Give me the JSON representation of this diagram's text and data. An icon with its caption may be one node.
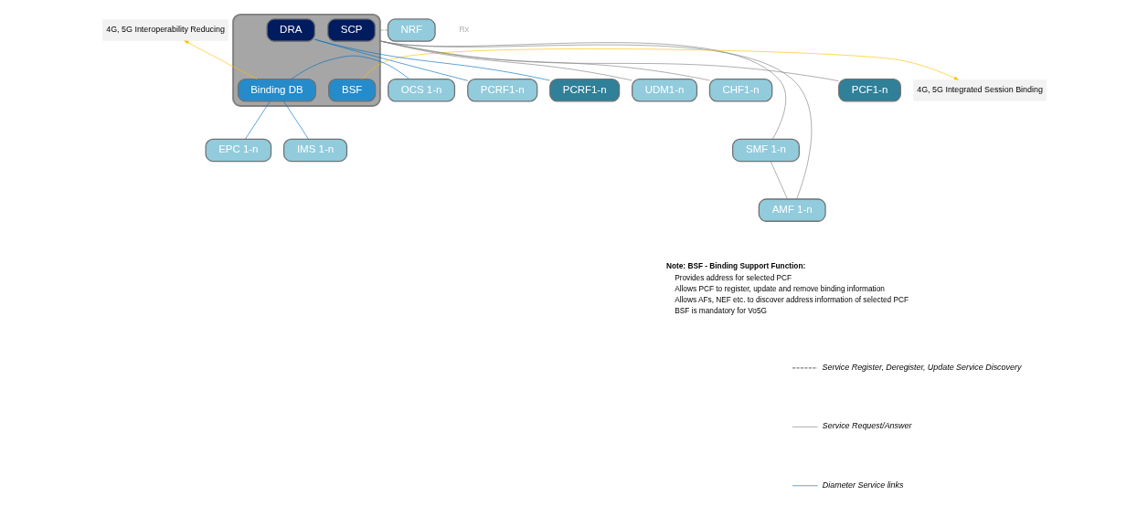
{
  "diagram": {
    "nodes": [
      {
        "text": [],
        "shape": "box"
      },
      {
        "text": [
          "SCP"
        ],
        "in": 0
      },
      {
        "text": [
          "DRA"
        ],
        "in": 0
      },
      {
        "text": [
          "BSF"
        ],
        "in": 0
      },
      {
        "text": [
          "Binding DB"
        ],
        "in": 0
      },
      {
        "text": [
          "PCF1-n"
        ]
      },
      {
        "text": [
          "UDM1-n"
        ]
      },
      {
        "text": [
          "CHF1-n"
        ]
      },
      {
        "text": [
          "PCRF1-n"
        ]
      },
      {
        "text": [
          "PCRF1-n"
        ]
      },
      {
        "text": [
          "NRF"
        ]
      },
      {
        "text": [
          "4G, 5G Interoperability Reducing"
        ]
      },
      {
        "text": [
          "OCS 1-n"
        ]
      },
      {
        "text": [
          "4G, 5G Integrated Session Binding"
        ]
      },
      {
        "text": [
          "SMF 1-n"
        ]
      },
      {
        "text": [
          "AMF 1-n"
        ]
      },
      {
        "text": [
          "EPC 1-n"
        ]
      },
      {
        "text": [
          "IMS 1-n"
        ]
      }
    ],
    "edges": [
      {
        "from": 5,
        "to": 0,
        "arrow": "none"
      },
      {
        "from": 6,
        "to": 0,
        "arrow": "none"
      },
      {
        "from": 7,
        "to": 0,
        "arrow": "none"
      },
      {
        "from": 8,
        "to": 2,
        "arrow": "none",
        "color": "#0070c0"
      },
      {
        "from": 2,
        "to": 9,
        "arrow": "none",
        "color": "#0070c0"
      },
      {
        "from": 10,
        "to": 0,
        "arrow": "none",
        "style": "dashed"
      },
      {
        "from": 4,
        "to": 11,
        "arrow": "to",
        "color": "#ffc000"
      },
      {
        "from": 4,
        "to": 12,
        "arrow": "none",
        "color": "#0070c0"
      },
      {
        "from": 3,
        "to": 13,
        "arrow": "to",
        "color": "#ffc000"
      },
      {
        "from": 0,
        "to": 14,
        "arrow": "none"
      },
      {
        "from": 0,
        "to": 15,
        "arrow": "none"
      },
      {
        "from": 14,
        "to": 15,
        "arrow": "none"
      },
      {
        "from": 4,
        "to": 16,
        "arrow": "none",
        "color": "#0070c0"
      },
      {
        "from": 4,
        "to": 17,
        "arrow": "none",
        "color": "#0070c0"
      }
    ],
    "labels": [
      "Rx",
      "Note: BSF - Binding Support Function:",
      "Provides address for selected PCF",
      "Allows PCF to register, update and remove binding information",
      "Allows AFs, NEF etc. to discover address information of selected PCF",
      "BSF is mandatory for Vo5G"
    ],
    "legend": [
      {
        "text": "Service Register, Deregister, Update Service Discovery"
      },
      {
        "text": "Service Request/Answer"
      },
      {
        "text": "Diameter Service links"
      }
    ]
  }
}
